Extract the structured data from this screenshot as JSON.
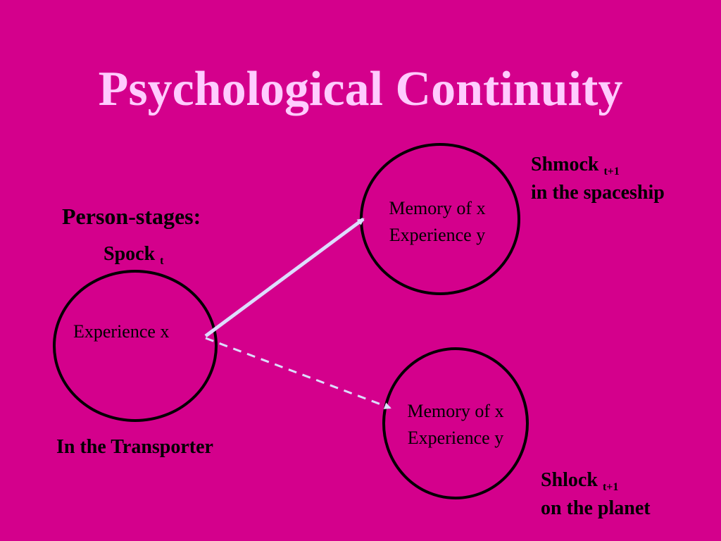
{
  "title": "Psychological Continuity",
  "person_stages_label": "Person-stages:",
  "spock": {
    "name": "Spock",
    "time": "t",
    "circle_text": "Experience x",
    "location": "In the Transporter"
  },
  "shmock": {
    "name": "Shmock",
    "time": "t+1",
    "location": "in the spaceship",
    "circle_line1": "Memory of x",
    "circle_line2": "Experience y"
  },
  "shlock": {
    "name": "Shlock",
    "time": "t+1",
    "location": "on the planet",
    "circle_line1": "Memory of x",
    "circle_line2": "Experience y"
  },
  "colors": {
    "background": "#D4008C",
    "title": "#FFCCFF",
    "arrow": "#DDDDFF",
    "circle_stroke": "#000000"
  }
}
